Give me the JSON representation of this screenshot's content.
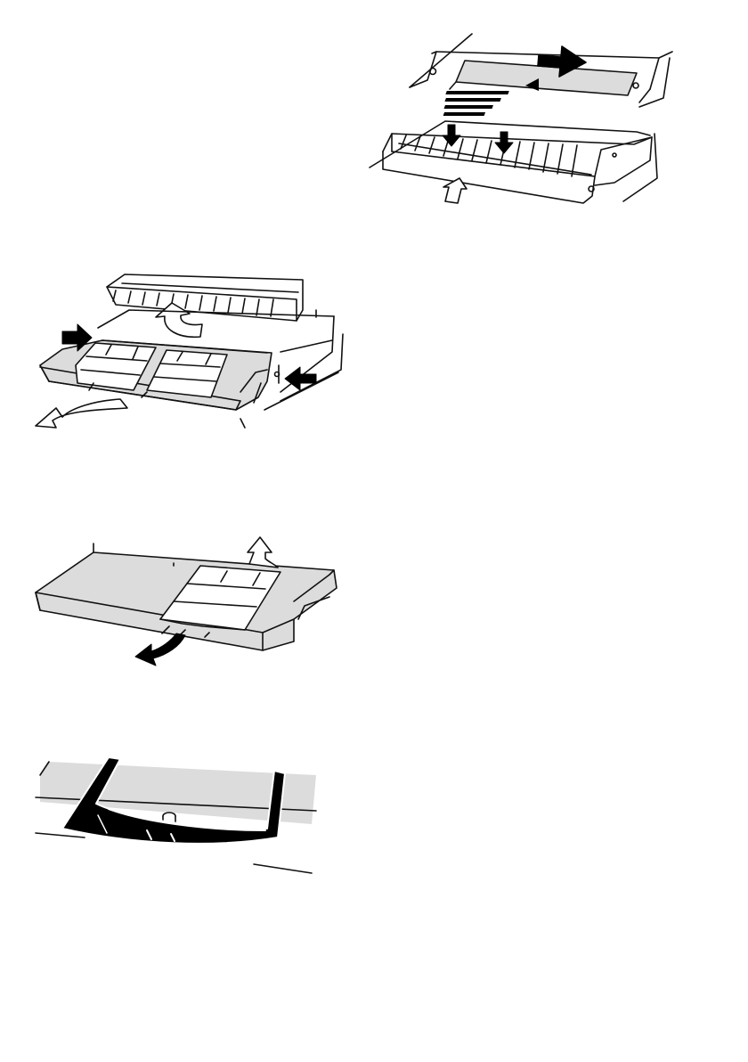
{
  "page": {
    "background": "#ffffff"
  },
  "colors": {
    "line": "#111111",
    "fill": "#dcdcdc",
    "black": "#000000",
    "paper": "#ffffff"
  },
  "figures": [
    {
      "id": "fig-1",
      "depicts": "filter-slide-out-and-grease-filter-push-up",
      "icons": [
        "arrow-right-icon",
        "arrow-up-icon",
        "arrow-down-icon"
      ]
    },
    {
      "id": "fig-2",
      "depicts": "remove-grille-and-pull-out-filter-tray",
      "icons": [
        "arrow-up-icon",
        "arrow-right-icon",
        "arrow-left-icon",
        "arrow-curved-icon"
      ]
    },
    {
      "id": "fig-3",
      "depicts": "release-filter-cassette",
      "icons": [
        "arrow-up-icon",
        "arrow-curved-icon"
      ]
    },
    {
      "id": "fig-4",
      "depicts": "clip-bracket-detail",
      "icons": []
    }
  ]
}
